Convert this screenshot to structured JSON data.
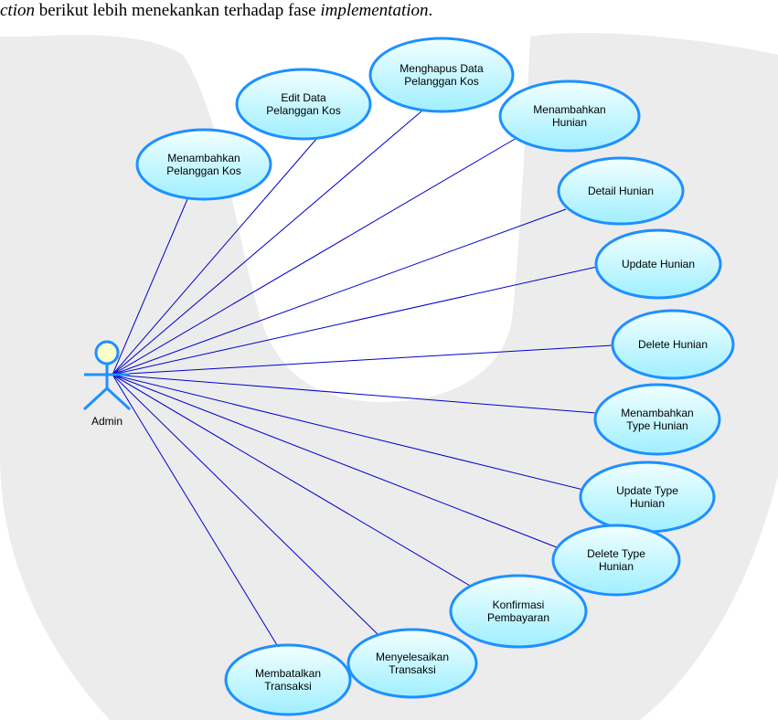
{
  "intro": {
    "lead_italic": "ction",
    "middle": " berikut lebih menekankan terhadap fase ",
    "trail_italic": "implementation",
    "end": "."
  },
  "diagram": {
    "actor": {
      "label": "Admin"
    },
    "use_cases": [
      {
        "id": "uc-menambahkan-pelanggan-kos",
        "lines": [
          "Menambahkan",
          "Pelanggan Kos"
        ]
      },
      {
        "id": "uc-edit-data-pelanggan-kos",
        "lines": [
          "Edit Data",
          "Pelanggan Kos"
        ]
      },
      {
        "id": "uc-menghapus-data-pelanggan-kos",
        "lines": [
          "Menghapus Data",
          "Pelanggan Kos"
        ]
      },
      {
        "id": "uc-menambahkan-hunian",
        "lines": [
          "Menambahkan",
          "Hunian"
        ]
      },
      {
        "id": "uc-detail-hunian",
        "lines": [
          "Detail Hunian"
        ]
      },
      {
        "id": "uc-update-hunian",
        "lines": [
          "Update Hunian"
        ]
      },
      {
        "id": "uc-delete-hunian",
        "lines": [
          "Delete Hunian"
        ]
      },
      {
        "id": "uc-menambahkan-type-hunian",
        "lines": [
          "Menambahkan",
          "Type Hunian"
        ]
      },
      {
        "id": "uc-update-type-hunian",
        "lines": [
          "Update Type",
          "Hunian"
        ]
      },
      {
        "id": "uc-delete-type-hunian",
        "lines": [
          "Delete Type",
          "Hunian"
        ]
      },
      {
        "id": "uc-konfirmasi-pembayaran",
        "lines": [
          "Konfirmasi",
          "Pembayaran"
        ]
      },
      {
        "id": "uc-menyelesaikan-transaksi",
        "lines": [
          "Menyelesaikan",
          "Transaksi"
        ]
      },
      {
        "id": "uc-membatalkan-transaksi",
        "lines": [
          "Membatalkan",
          "Transaksi"
        ]
      }
    ],
    "colors": {
      "line": "#0000cc",
      "ellipse_stroke": "#1e90ff",
      "ellipse_fill_light": "#f2ffff",
      "ellipse_fill_dark": "#9fefff",
      "actor_stroke": "#1e90ff",
      "actor_head_fill": "#ffffcc",
      "watermark": "#ececec"
    }
  }
}
